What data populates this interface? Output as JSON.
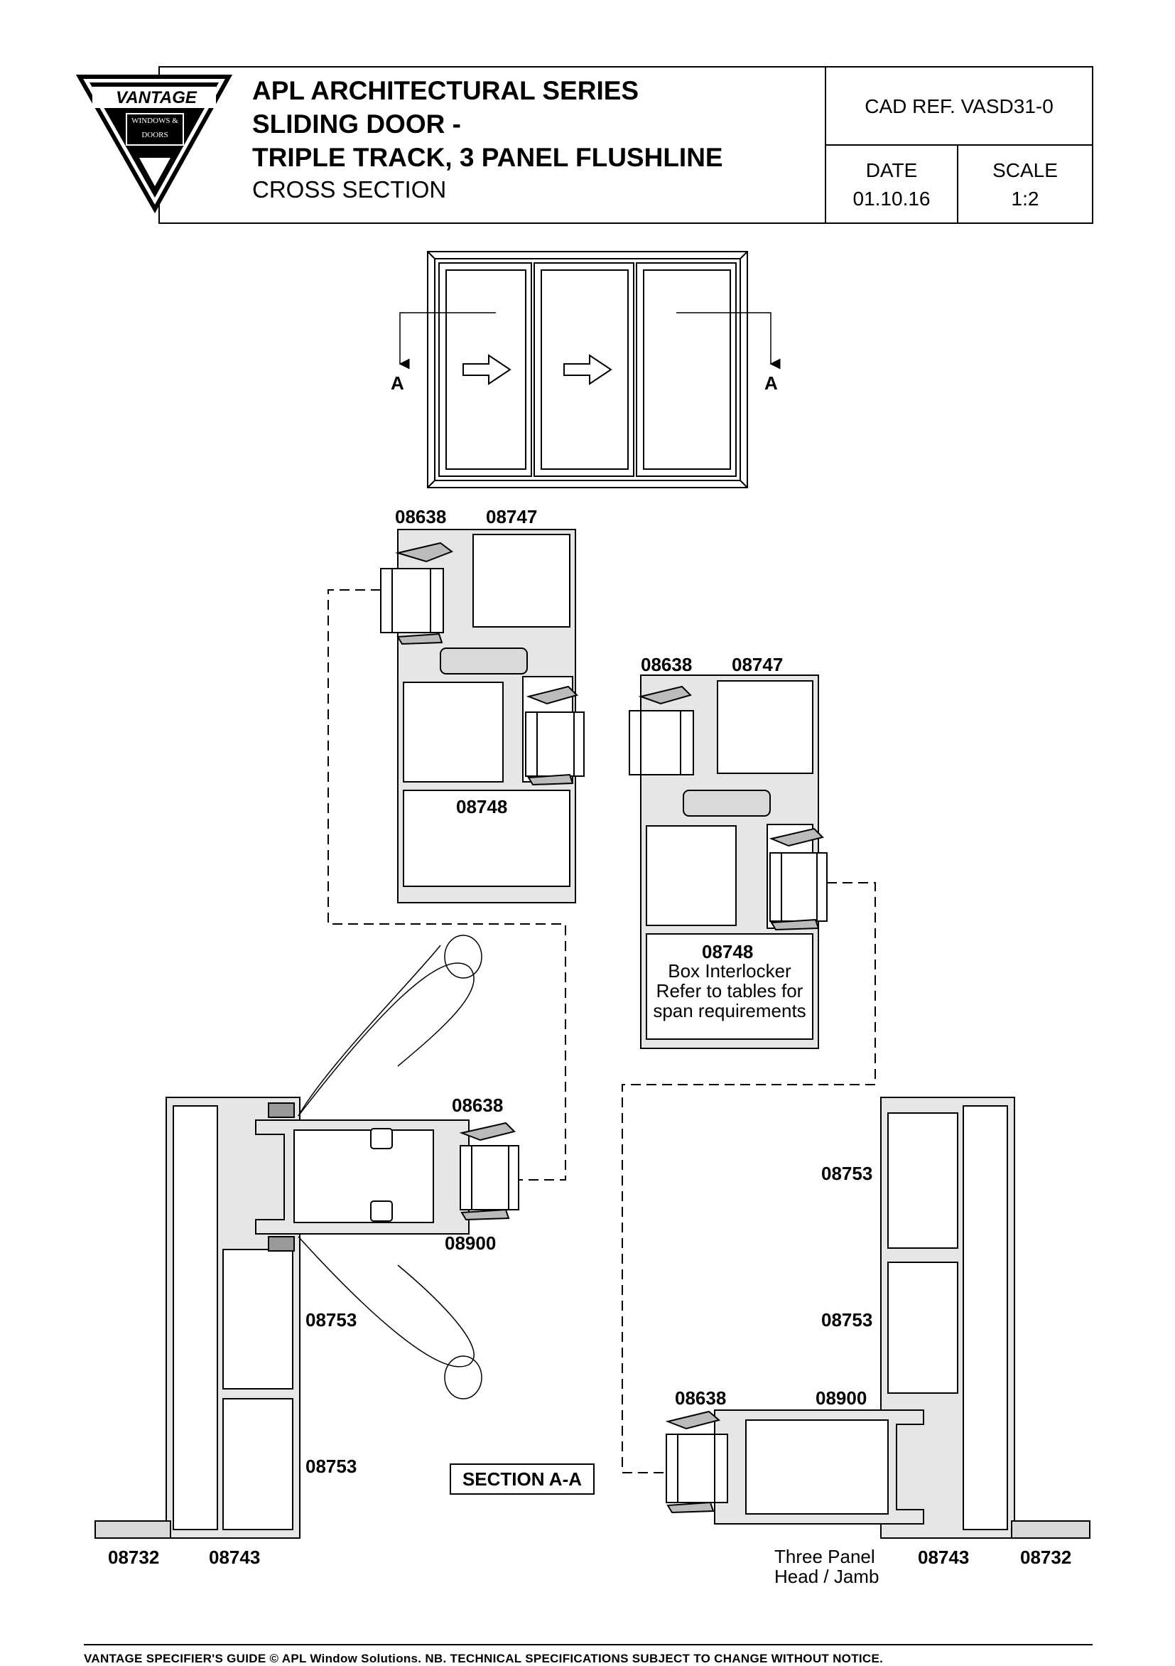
{
  "title_block": {
    "logo": {
      "brand": "VANTAGE",
      "sub1": "WINDOWS &",
      "sub2": "DOORS"
    },
    "title_line1": "APL ARCHITECTURAL SERIES",
    "title_line2": "SLIDING DOOR -",
    "title_line3": "TRIPLE TRACK, 3 PANEL FLUSHLINE",
    "subtitle": "CROSS SECTION",
    "cad_ref": "CAD REF.  VASD31-0",
    "date_label": "DATE",
    "date_value": "01.10.16",
    "scale_label": "SCALE",
    "scale_value": "1:2"
  },
  "elevation": {
    "section_mark_left": "A",
    "section_mark_right": "A"
  },
  "labels": {
    "interlock_upper_left_a": "08638",
    "interlock_upper_left_b": "08747",
    "interlock_upper_left_c": "08748",
    "interlock_upper_right_a": "08638",
    "interlock_upper_right_b": "08747",
    "interlock_upper_right_c": "08748",
    "box_note_1": "Box Interlocker",
    "box_note_2": "Refer to tables for",
    "box_note_3": "span requirements",
    "jamb_left_08638": "08638",
    "jamb_left_08900": "08900",
    "jamb_left_08753_a": "08753",
    "jamb_left_08753_b": "08753",
    "jamb_left_08732": "08732",
    "jamb_left_08743": "08743",
    "jamb_right_08753_a": "08753",
    "jamb_right_08753_b": "08753",
    "jamb_right_08638": "08638",
    "jamb_right_08900": "08900",
    "jamb_right_08743": "08743",
    "jamb_right_08732": "08732",
    "section_label": "SECTION A-A",
    "head_jamb_1": "Three Panel",
    "head_jamb_2": "Head / Jamb"
  },
  "footer": "VANTAGE SPECIFIER'S GUIDE   © APL Window Solutions. NB. TECHNICAL SPECIFICATIONS SUBJECT TO CHANGE WITHOUT NOTICE."
}
